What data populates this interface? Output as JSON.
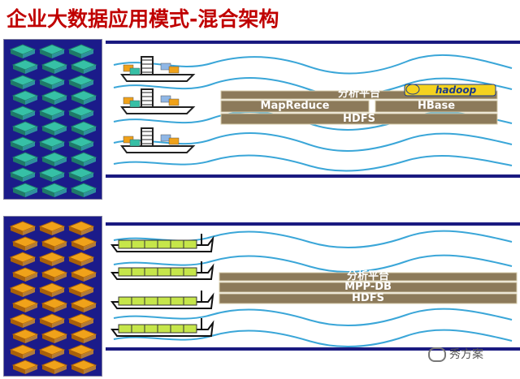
{
  "title": "企业大数据应用模式-混合架构",
  "top_platform": {
    "heading": "分析平台",
    "logo_text": "hadoop",
    "left_box": "MapReduce",
    "right_box": "HBase",
    "base": "HDFS"
  },
  "bottom_platform": {
    "heading": "分析平台",
    "middle": "MPP-DB",
    "base": "HDFS"
  },
  "watermark": "秀方案",
  "colors": {
    "title": "#c00000",
    "panel": "#1b1b8a",
    "lane_line": "#1a1a80",
    "wave": "#3aa6d8",
    "platform_bar": "#8c7a5a",
    "teal_block": "#36c0a6",
    "orange_block": "#f0a21a",
    "green_cargo": "#c6e64a"
  }
}
